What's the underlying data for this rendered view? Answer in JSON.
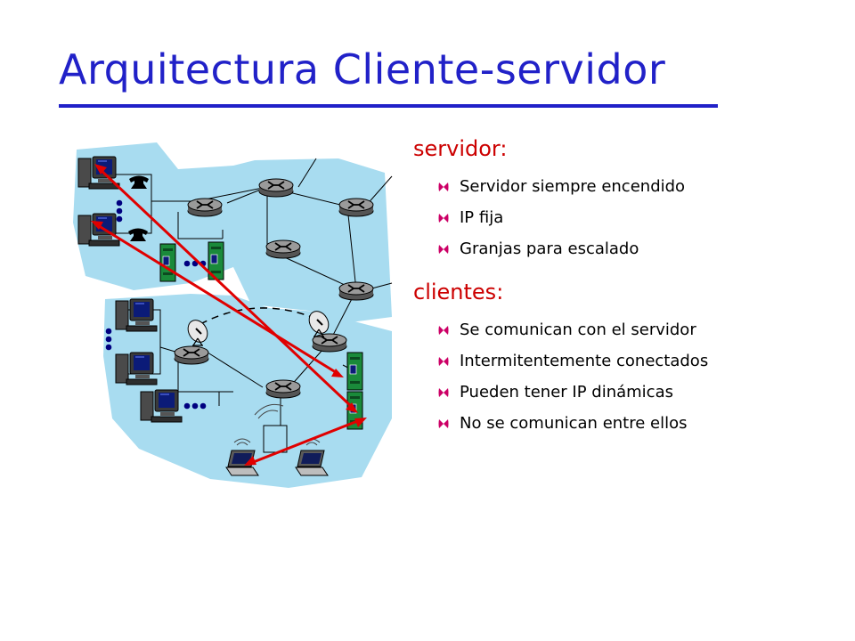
{
  "slide": {
    "title": "Arquitectura Cliente-servidor"
  },
  "servidor": {
    "heading": "servidor:",
    "items": [
      "Servidor siempre encendido",
      "IP fija",
      "Granjas para escalado"
    ]
  },
  "clientes": {
    "heading": "clientes:",
    "items": [
      "Se comunican con el servidor",
      "Intermitentemente conectados",
      "Pueden tener IP dinámicas",
      "No se comunican entre ellos"
    ]
  },
  "colors": {
    "title": "#2121c8",
    "section_heading": "#cc0000",
    "bullet": "#cc0066",
    "network_cloud": "#a8dcf0",
    "connection_arrows": "#e00000",
    "server": "#1a8a3a"
  },
  "icons": {
    "bullet": "bullet-icon",
    "router": "router-icon",
    "desktop": "desktop-computer-icon",
    "server": "server-icon",
    "phone": "telephone-icon",
    "laptop": "laptop-icon",
    "antenna": "satellite-dish-icon",
    "access_point": "wireless-access-point-icon"
  }
}
